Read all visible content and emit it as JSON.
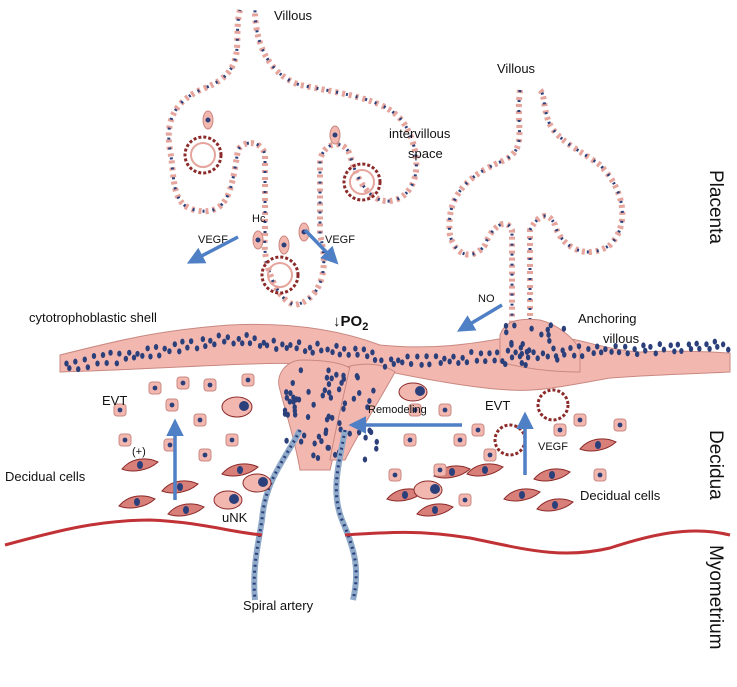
{
  "labels": {
    "villous_left": "Villous",
    "villous_right": "Villous",
    "intervillous_space_line1": "intervillous",
    "intervillous_space_line2": "space",
    "hc": "Hc",
    "vegf_left": "VEGF",
    "vegf_center": "VEGF",
    "vegf_right": "VEGF",
    "no": "NO",
    "cytotrophoblastic_shell": "cytotrophoblastic shell",
    "po2_prefix": "↓",
    "po2": "PO",
    "po2_sub": "2",
    "anchoring_villous_line1": "Anchoring",
    "anchoring_villous_line2": "villous",
    "evt_left": "EVT",
    "evt_right": "EVT",
    "remodeling": "Remodeling",
    "plus": "(+)",
    "decidual_cells_left": "Decidual cells",
    "decidual_cells_right": "Decidual cells",
    "unk": "uNK",
    "spiral_artery": "Spiral artery",
    "zone_placenta": "Placenta",
    "zone_decidua": "Decidua",
    "zone_myometrium": "Myometrium"
  },
  "colors": {
    "tissue_fill": "#f2b8b0",
    "tissue_stroke": "#c98880",
    "nucleus": "#2b3f7a",
    "arrow_blue": "#4f7fc4",
    "myometrium_line": "#c03236",
    "cell_dark": "#d77f78",
    "vessel_ring": "#8c2a2a"
  }
}
